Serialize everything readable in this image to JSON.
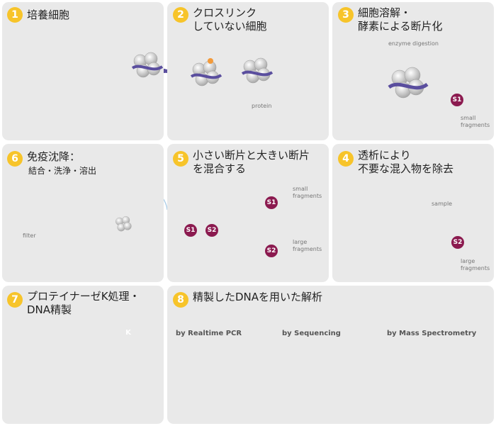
{
  "colors": {
    "panel": "#e9e9e9",
    "badge": "#f7c42a",
    "dna": "#5a4e9e",
    "histone": "#c8c8c8",
    "protein": "#f39a3a",
    "sample_badge": "#8b1a4f",
    "tube_liquid": "#9cc8e6"
  },
  "steps": {
    "s1": {
      "num": "1",
      "title": "培養細胞"
    },
    "s2": {
      "num": "2",
      "title_l1": "クロスリンク",
      "title_l2": "していない細胞",
      "protein_label": "protein"
    },
    "s3": {
      "num": "3",
      "title_l1": "細胞溶解・",
      "title_l2": "酵素による断片化",
      "enzyme_label": "enzyme digestion",
      "sample": "S1",
      "frag_l1": "small",
      "frag_l2": "fragments"
    },
    "s4": {
      "num": "4",
      "title_l1": "透析により",
      "title_l2": "不要な混入物を除去",
      "sample_label": "sample",
      "sample": "S2",
      "frag_l1": "large",
      "frag_l2": "fragments"
    },
    "s5": {
      "num": "5",
      "title_l1": "小さい断片と大きい断片",
      "title_l2": "を混合する",
      "s1": "S1",
      "s2": "S2",
      "small_l1": "small",
      "small_l2": "fragments",
      "large_l1": "large",
      "large_l2": "fragments"
    },
    "s6": {
      "num": "6",
      "title": "免疫沈降：",
      "subtitle": "結合・洗浄・溶出",
      "filter_label": "filter"
    },
    "s7": {
      "num": "7",
      "title_l1": "プロテイナーゼK処理・",
      "title_l2": "DNA精製",
      "k_label": "K"
    },
    "s8": {
      "num": "8",
      "title": "精製したDNAを用いた解析",
      "m1": "by Realtime PCR",
      "m2": "by Sequencing",
      "m3": "by Mass Spectrometry"
    }
  }
}
